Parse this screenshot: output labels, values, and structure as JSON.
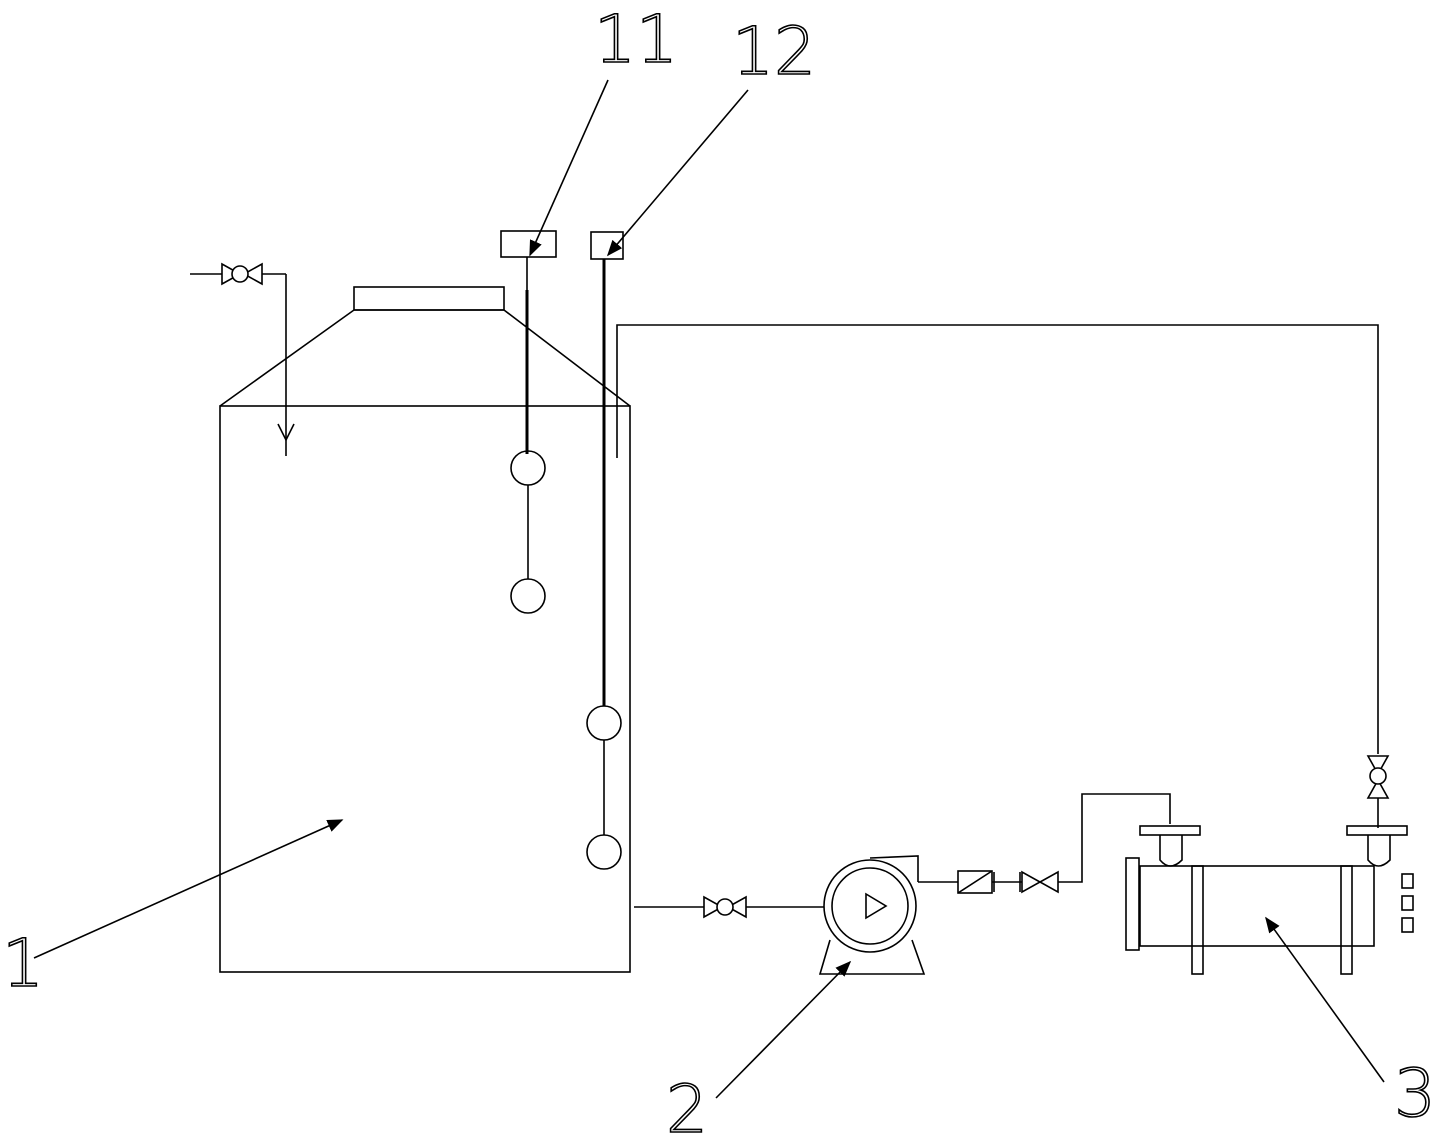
{
  "labels": {
    "tank": "1",
    "pump": "2",
    "heat_exchanger": "3",
    "level_switch_a": "11",
    "level_switch_b": "12"
  }
}
